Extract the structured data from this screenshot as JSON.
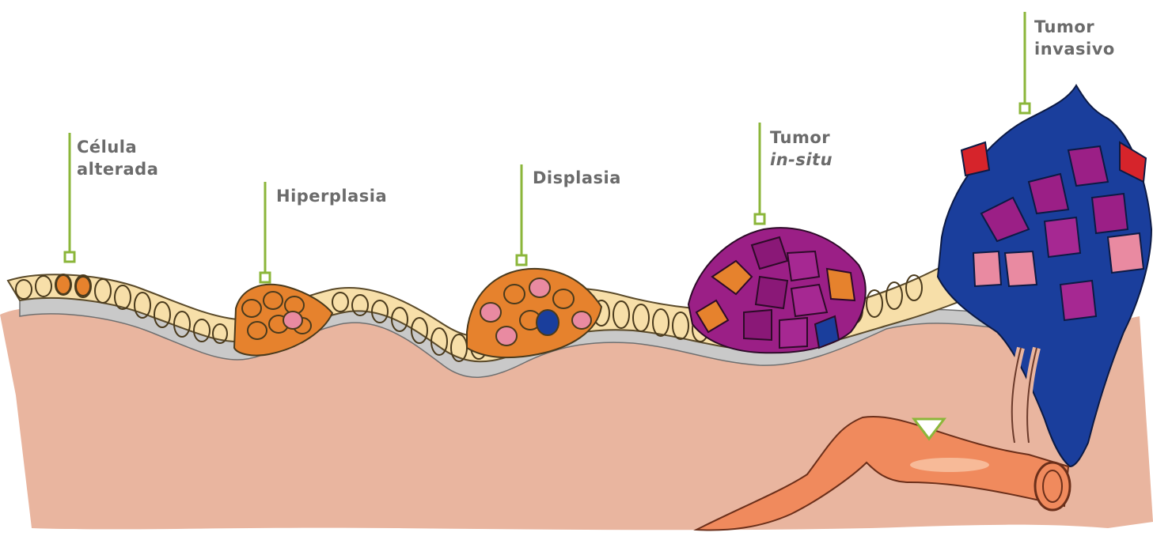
{
  "stages": [
    {
      "id": "celula-alterada",
      "lines": [
        "Célula",
        "alterada"
      ]
    },
    {
      "id": "hiperplasia",
      "lines": [
        "Hiperplasia"
      ]
    },
    {
      "id": "displasia",
      "lines": [
        "Displasia"
      ]
    },
    {
      "id": "tumor-in-situ",
      "lines": [
        "Tumor",
        "in-situ"
      ]
    },
    {
      "id": "tumor-invasivo",
      "lines": [
        "Tumor",
        "invasivo"
      ]
    }
  ],
  "colors": {
    "marker": "#8bb63a",
    "label_text": "#6b6b6b",
    "connective_tissue": "#e9b59f",
    "basement_membrane": "#c8c8c8",
    "normal_cell": "#f7dfa9",
    "hyperplastic_cell": "#e6822d",
    "dysplastic_cell": "#e98aa1",
    "in_situ_cell": "#9b1f86",
    "invasive_cell": "#1a3e9c",
    "vessel": "#f08a5d"
  },
  "icons": [
    "stage-marker-square",
    "vessel-triangle-marker"
  ]
}
